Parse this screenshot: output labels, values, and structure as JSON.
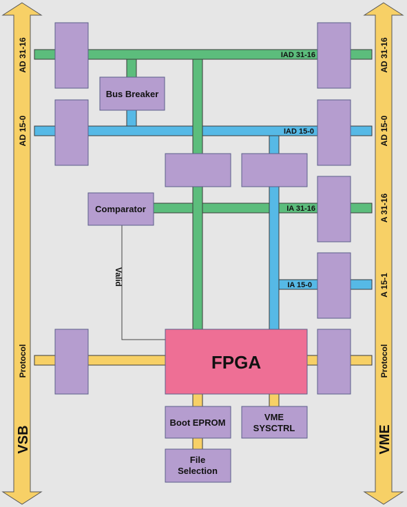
{
  "colors": {
    "background": "#e6e6e6",
    "bus_arrow": "#f7d066",
    "bus_green": "#5cbd7c",
    "bus_blue": "#56b9e6",
    "bus_yellow": "#f7d066",
    "block": "#b59dcf",
    "fpga": "#ee6f95",
    "outline": "#5b5f8a"
  },
  "buses": {
    "vsb": "VSB",
    "vme": "VME"
  },
  "vsb_labels": {
    "ad_31_16": "AD 31-16",
    "ad_15_0": "AD 15-0",
    "protocol": "Protocol"
  },
  "vme_labels": {
    "ad_31_16": "AD 31-16",
    "ad_15_0": "AD 15-0",
    "a_31_16": "A 31-16",
    "a_15_1": "A 15-1",
    "protocol": "Protocol"
  },
  "internal_buses": {
    "iad_31_16": "IAD 31-16",
    "iad_15_0": "IAD 15-0",
    "ia_31_16": "IA 31-16",
    "ia_15_0": "IA 15-0"
  },
  "blocks": {
    "bus_breaker": "Bus Breaker",
    "comparator": "Comparator",
    "fpga": "FPGA",
    "boot_eprom": "Boot EPROM",
    "vme_sysctrl_line1": "VME",
    "vme_sysctrl_line2": "SYSCTRL",
    "file_selection_line1": "File",
    "file_selection_line2": "Selection"
  },
  "signals": {
    "valid": "Valid"
  }
}
